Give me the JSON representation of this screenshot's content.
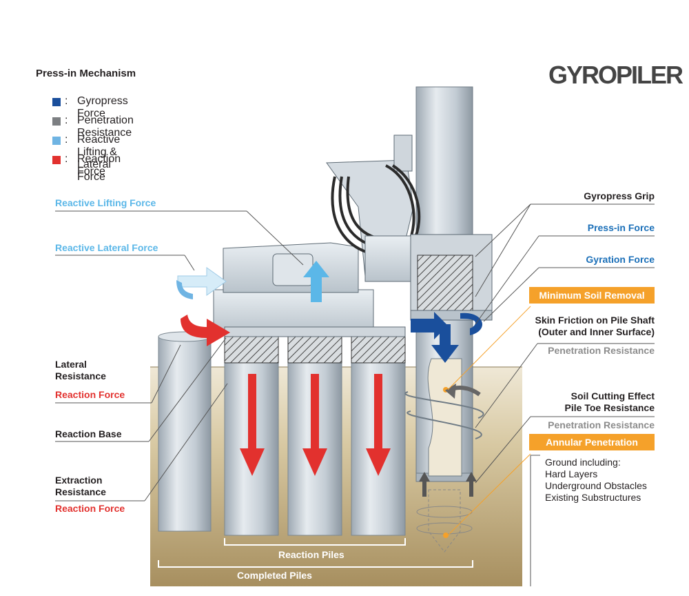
{
  "title": "Press-in Mechanism",
  "logo": "GYROPILER",
  "legend": [
    {
      "label": "Gyropress Force",
      "color": "#1a4f9c",
      "sep": ":"
    },
    {
      "label": "Penetration Resistance",
      "color": "#7c7f82",
      "sep": ":"
    },
    {
      "label": "Reactive Lifting & Lateral Force",
      "color": "#6fb4e3",
      "sep": ":"
    },
    {
      "label": "Reaction Force",
      "color": "#e2312e",
      "sep": ":"
    }
  ],
  "labels_left": {
    "reactive_lifting": "Reactive Lifting Force",
    "reactive_lateral": "Reactive Lateral Force",
    "lateral_resistance": "Lateral\nResistance",
    "reaction_force_1": "Reaction Force",
    "reaction_base": "Reaction Base",
    "extraction_resistance": "Extraction\nResistance",
    "reaction_force_2": "Reaction Force"
  },
  "labels_right": {
    "gyropress_grip": "Gyropress Grip",
    "press_in_force": "Press-in Force",
    "gyration_force": "Gyration Force",
    "minimum_soil_removal": "Minimum Soil Removal",
    "skin_friction": "Skin Friction on Pile Shaft\n(Outer and Inner Surface)",
    "penetration_resistance_1": "Penetration Resistance",
    "soil_cutting": "Soil Cutting Effect\nPile Toe Resistance",
    "penetration_resistance_2": "Penetration Resistance",
    "annular_penetration": "Annular Penetration",
    "ground_including": "Ground including:\nHard Layers\nUnderground Obstacles\nExisting Substructures"
  },
  "bottom": {
    "reaction_piles": "Reaction Piles",
    "completed_piles": "Completed Piles"
  },
  "colors": {
    "blue": "#1a4f9c",
    "light_blue": "#5bb7e8",
    "red": "#e2312e",
    "orange": "#f5a12a",
    "soil": "#c9b98c",
    "gray": "#7c7f82"
  }
}
